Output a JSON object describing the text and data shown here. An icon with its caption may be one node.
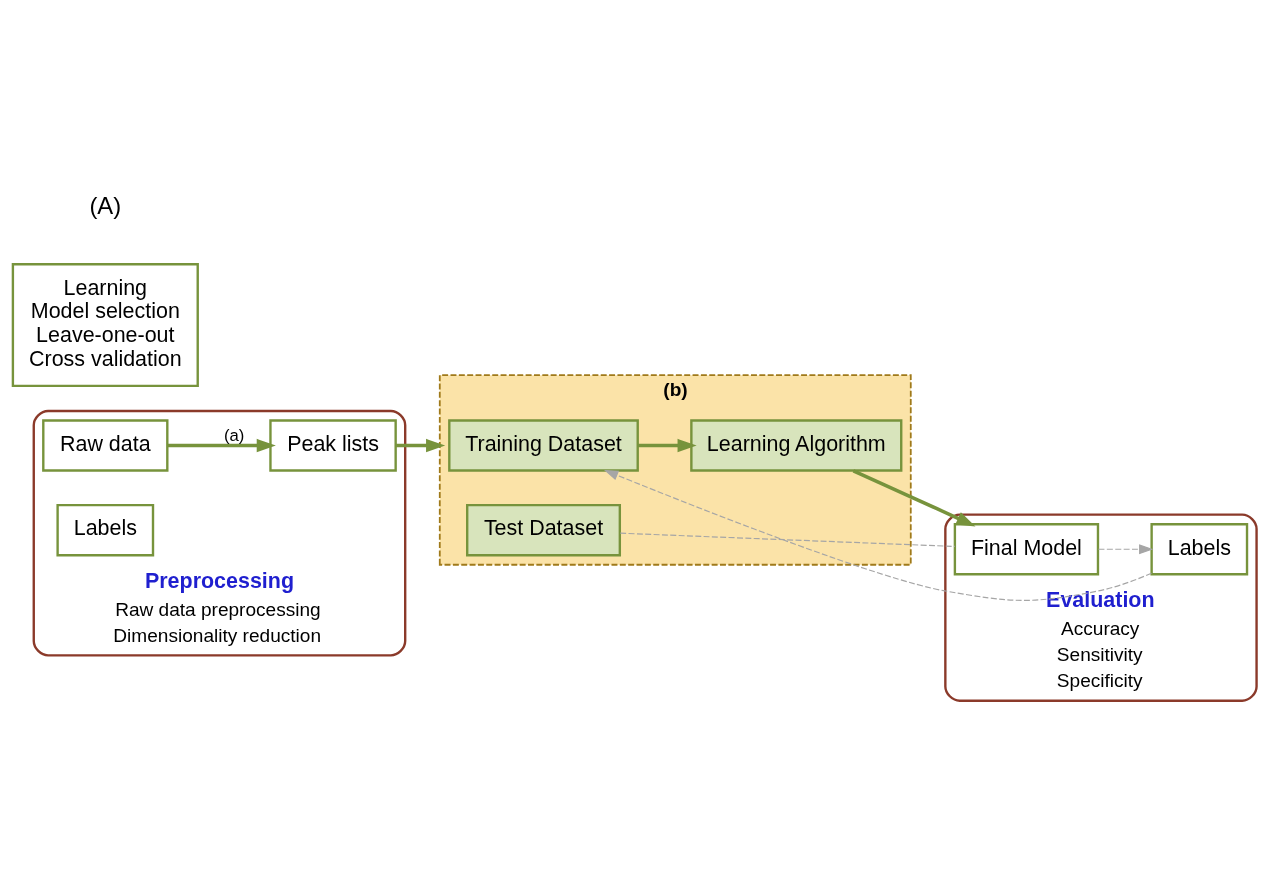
{
  "diagram": {
    "nodes": [
      {
        "text": [
          "Preprocessing",
          "Raw data preprocessing",
          "Dimensionality reduction"
        ]
      },
      {
        "text": [
          "Learning",
          "Model selection",
          "Leave-one-out",
          "Cross validation"
        ]
      },
      {
        "text": [
          "Evaluation",
          "Accuracy",
          "Sensitivity",
          "Specificity"
        ]
      },
      {
        "text": [
          "(b)"
        ]
      },
      {
        "text": [
          "Raw data"
        ],
        "in": 0
      },
      {
        "text": [
          "Peak lists"
        ],
        "in": 0
      },
      {
        "text": [
          "Labels"
        ],
        "in": 0
      },
      {
        "text": [
          "Training Dataset"
        ],
        "in": 3
      },
      {
        "text": [
          "Test Dataset"
        ],
        "in": 3
      },
      {
        "text": [
          "Learning Algorithm"
        ],
        "in": 3
      },
      {
        "text": [
          "Final Model"
        ],
        "in": 2
      },
      {
        "text": [
          "Labels"
        ],
        "in": 2
      }
    ],
    "edges": [
      {
        "from": 4,
        "to": 5,
        "arrow": "to",
        "label": "(a)"
      },
      {
        "from": 5,
        "to": 3,
        "arrow": "to"
      },
      {
        "from": 7,
        "to": 9,
        "arrow": "to"
      },
      {
        "from": 9,
        "to": 10,
        "arrow": "to"
      },
      {
        "from": 10,
        "to": 11,
        "arrow": "to",
        "style": "dashed",
        "color": "#a6a6a6"
      },
      {
        "from": 11,
        "to": 7,
        "arrow": "to",
        "style": "dashed",
        "color": "#a6a6a6"
      },
      {
        "from": 8,
        "to": 10,
        "arrow": "none",
        "style": "dashed",
        "color": "#a6a6a6"
      }
    ],
    "labels": [
      "(A)"
    ]
  }
}
